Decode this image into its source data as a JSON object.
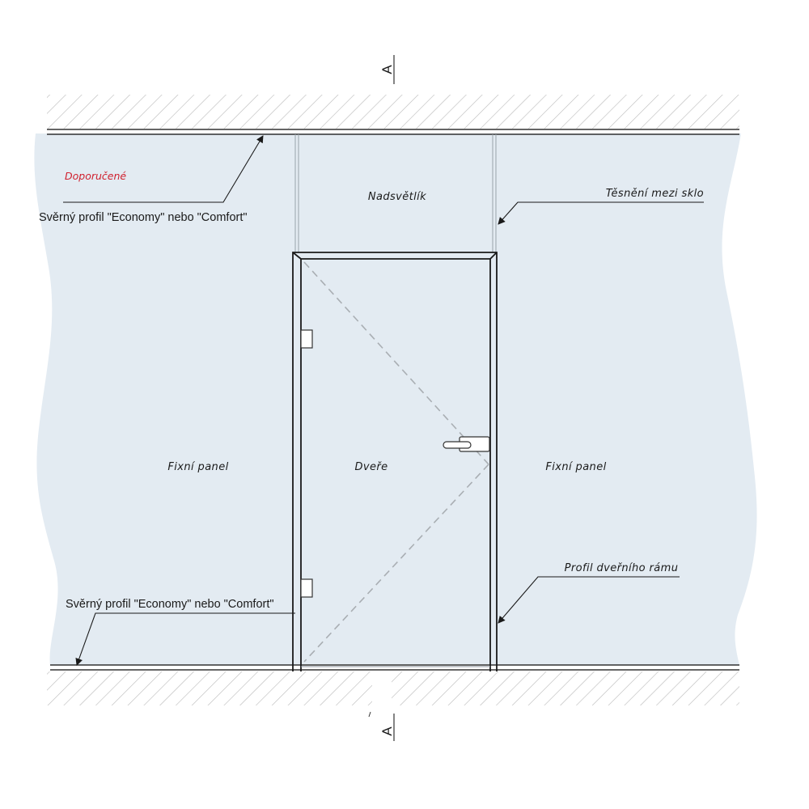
{
  "colors": {
    "glass": "#e3ebf2",
    "frame": "#1a1a1a",
    "hatch": "#b9b9b9",
    "recommended": "#d0202e"
  },
  "section_marker": {
    "top": "A",
    "bottom": "A"
  },
  "labels": {
    "recommended": "Doporučené",
    "top_profile": "Svěrný profil \"Economy\" nebo \"Comfort\"",
    "transom": "Nadsvětlík",
    "glass_seal": "Těsnění mezi sklo",
    "fixed_left": "Fixní panel",
    "door": "Dveře",
    "fixed_right": "Fixní panel",
    "door_frame_profile": "Profil dveřního rámu",
    "bottom_profile": "Svěrný profil \"Economy\" nebo \"Comfort\""
  }
}
